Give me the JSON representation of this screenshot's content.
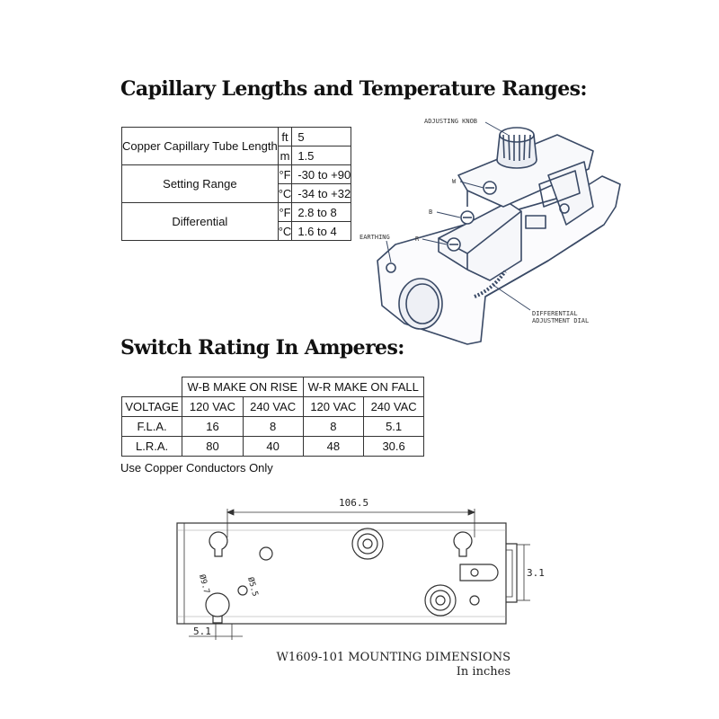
{
  "capillary": {
    "heading": "Capillary Lengths and Temperature Ranges:",
    "rows": [
      {
        "label": "Copper  Capillary Tube Length",
        "unit1": "ft",
        "val1": "5",
        "unit2": "m",
        "val2": "1.5"
      },
      {
        "label": "Setting Range",
        "unit1": "°F",
        "val1": "-30 to +90",
        "unit2": "°C",
        "val2": "-34 to +32"
      },
      {
        "label": "Differential",
        "unit1": "°F",
        "val1": "2.8 to 8",
        "unit2": "°C",
        "val2": "1.6 to 4"
      }
    ]
  },
  "diagram": {
    "labels": {
      "adjusting_knob": "ADJUSTING KNOB",
      "w": "W",
      "b": "B",
      "r": "R",
      "earthing": "EARTHING",
      "differential_1": "DIFFERENTIAL",
      "differential_2": "ADJUSTMENT DIAL"
    }
  },
  "switch_rating": {
    "heading": "Switch Rating In Amperes:",
    "group_headers": [
      "W-B MAKE ON RISE",
      "W-R MAKE ON FALL"
    ],
    "row_header": "VOLTAGE",
    "voltages": [
      "120 VAC",
      "240 VAC",
      "120 VAC",
      "240 VAC"
    ],
    "rows": [
      {
        "label": "F.L.A.",
        "values": [
          "16",
          "8",
          "8",
          "5.1"
        ]
      },
      {
        "label": "L.R.A.",
        "values": [
          "80",
          "40",
          "48",
          "30.6"
        ]
      }
    ],
    "note": "Use Copper Conductors Only"
  },
  "mounting": {
    "dim_top": "106.5",
    "dim_right": "3.1",
    "dim_bottom": "5.1",
    "hole_big": "Ø9.7",
    "hole_small": "Ø5.5",
    "caption_line1": "W1609-101 MOUNTING DIMENSIONS",
    "caption_line2": "In inches"
  }
}
